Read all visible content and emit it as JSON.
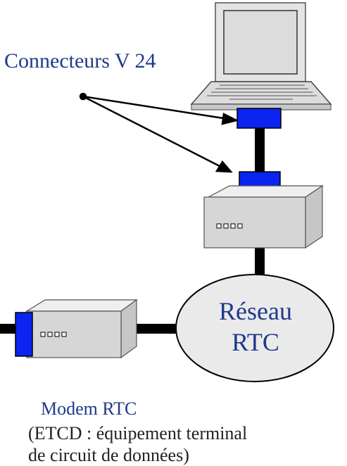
{
  "labels": {
    "connectors": "Connecteurs V 24",
    "network_line1": "Réseau",
    "network_line2": "RTC",
    "modem_title": "Modem RTC",
    "modem_desc_line1": "(ETCD : équipement terminal",
    "modem_desc_line2": "de circuit de données)"
  },
  "nodes": [
    {
      "id": "laptop",
      "kind": "computer"
    },
    {
      "id": "connector-top",
      "kind": "v24-connector"
    },
    {
      "id": "connector-modem",
      "kind": "v24-connector"
    },
    {
      "id": "modem-right",
      "kind": "modem",
      "leds": 4
    },
    {
      "id": "network",
      "kind": "cloud"
    },
    {
      "id": "modem-left",
      "kind": "modem",
      "leds": 4
    }
  ],
  "links": [
    {
      "from": "connector-top",
      "to": "connector-modem"
    },
    {
      "from": "modem-right",
      "to": "network"
    },
    {
      "from": "network",
      "to": "modem-left"
    }
  ],
  "arrows": [
    {
      "from": "connectors-label",
      "to": "connector-top"
    },
    {
      "from": "connectors-label",
      "to": "connector-modem"
    }
  ],
  "colors": {
    "connector": "#0b24f0",
    "box_front": "#d6d6d6",
    "box_top": "#ececec",
    "line": "#000000",
    "text_blue": "#1f3a8a",
    "cloud_fill": "#eaeaea"
  }
}
